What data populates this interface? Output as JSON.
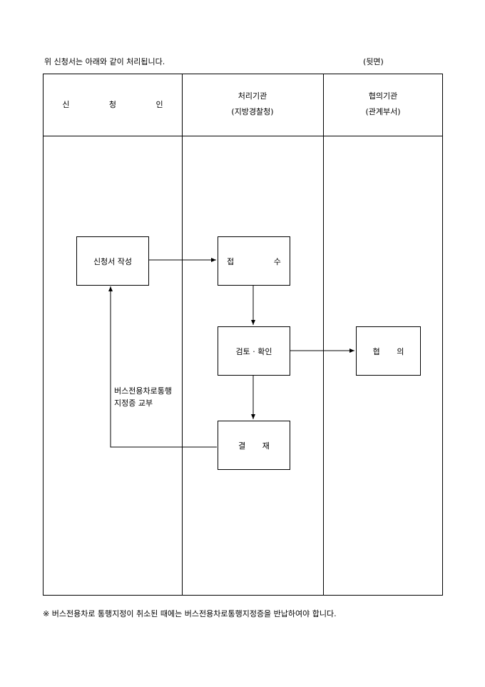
{
  "intro_text": "위 신청서는 아래와 같이 처리됩니다.",
  "side_label": "(뒷면)",
  "columns": {
    "applicant": "신 청 인",
    "processor_title": "처리기관",
    "processor_sub": "(지방경찰청)",
    "consult_title": "협의기관",
    "consult_sub": "(관계부서)"
  },
  "boxes": {
    "write": "신청서 작성",
    "receive": "접 수",
    "review": "검토 · 확인",
    "consult": "협 의",
    "approve": "결 재"
  },
  "issue_label_1": "버스전용차로통행",
  "issue_label_2": "지정증 교부",
  "footnote": "※ 버스전용차로 통행지정이 취소된 때에는 버스전용차로통행지정증을 반납하여야 합니다."
}
